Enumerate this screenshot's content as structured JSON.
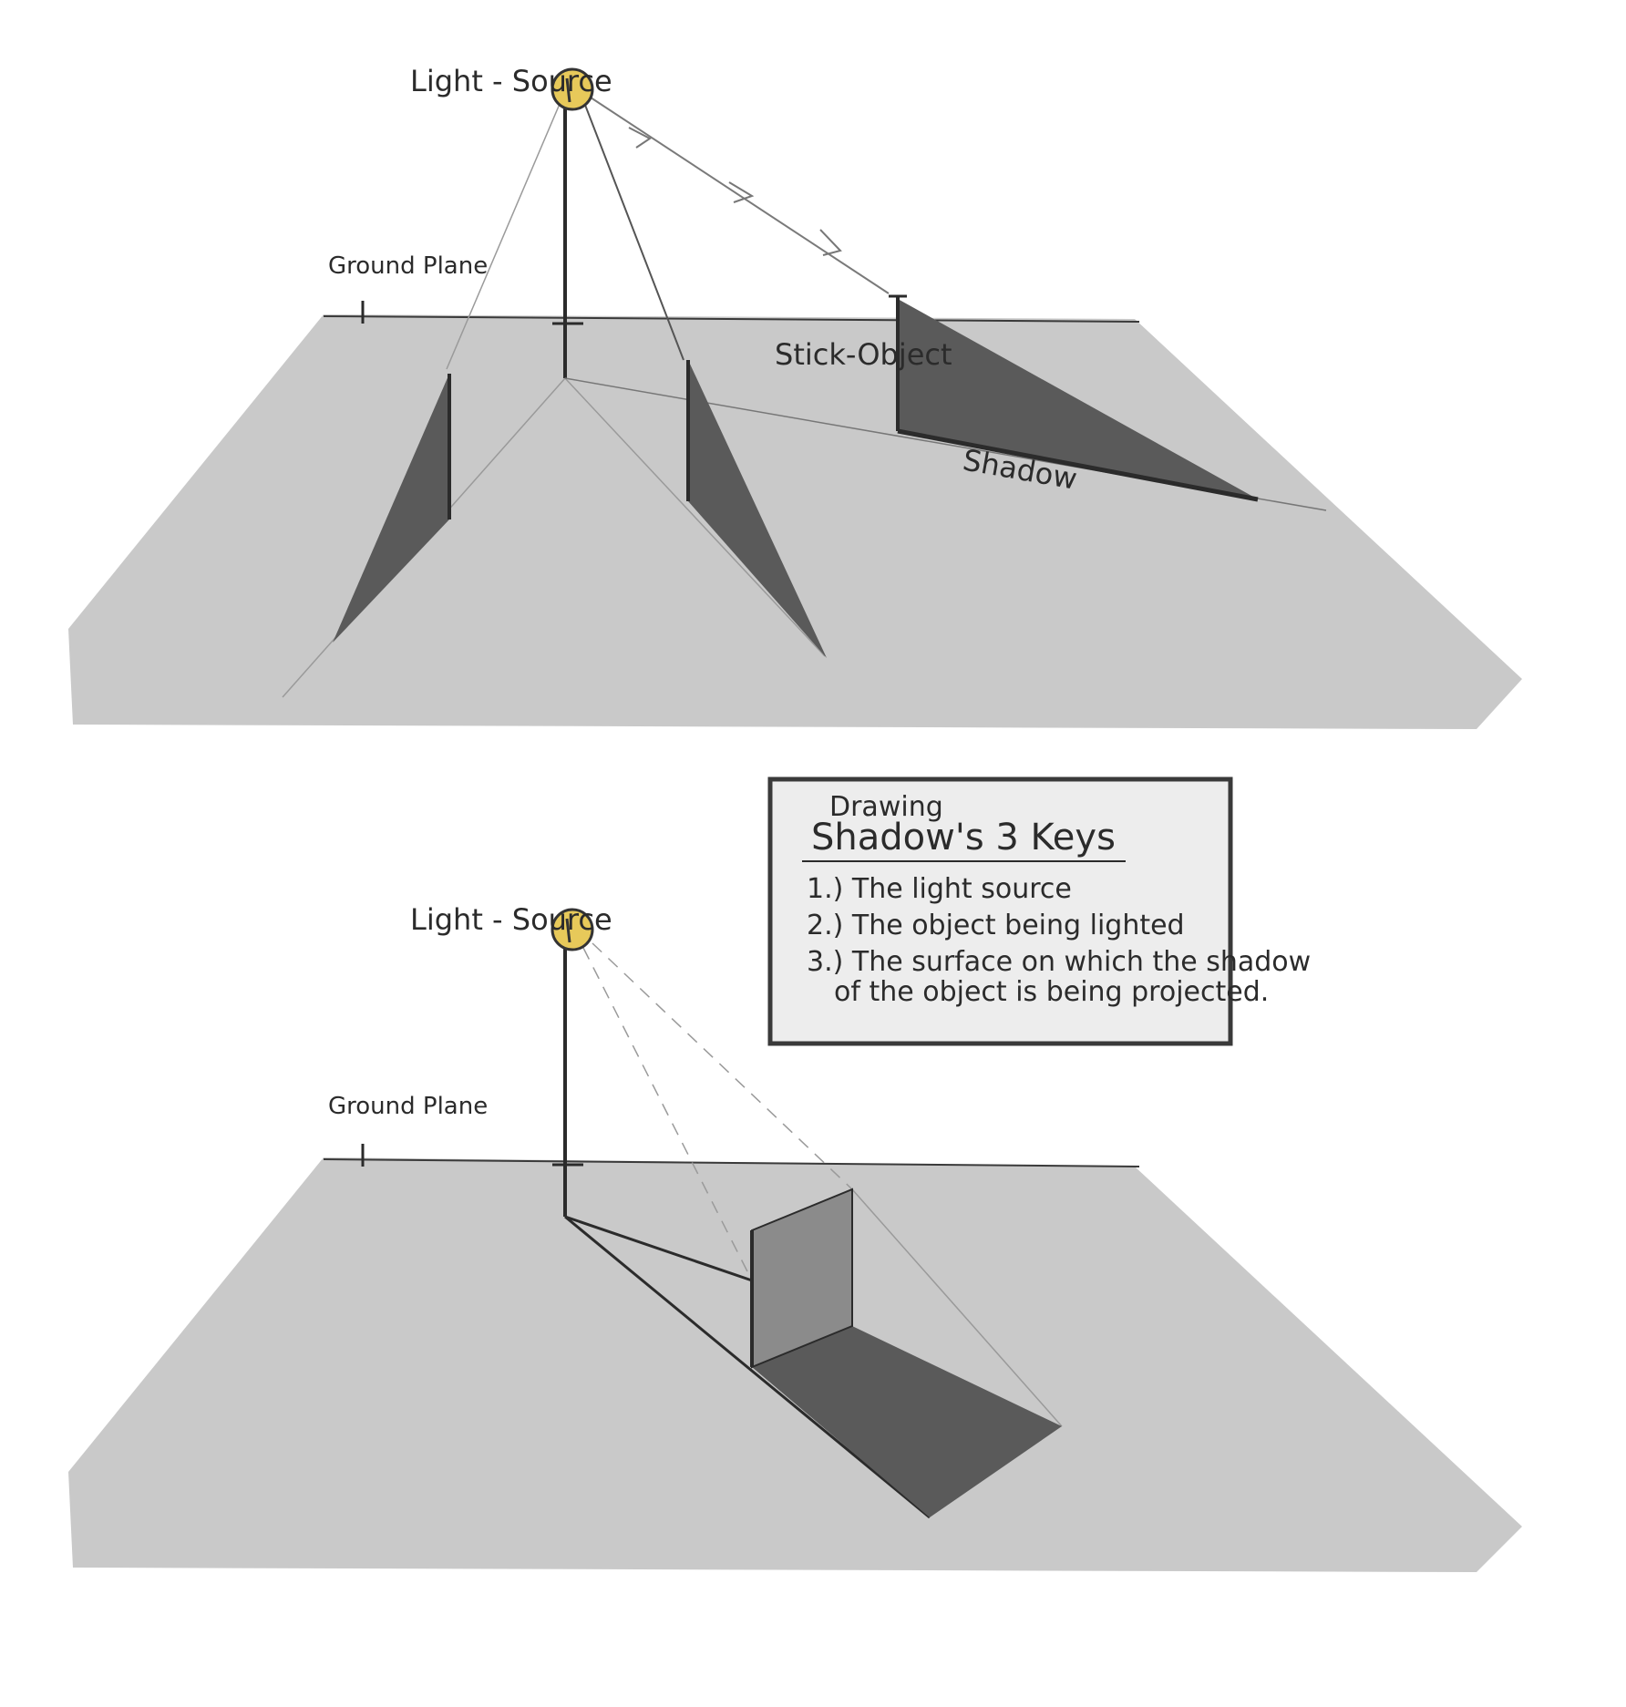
{
  "colors": {
    "ground": "#c9c9c9",
    "shadow_dark": "#5a5a5a",
    "wall_mid": "#8b8b8b",
    "light_yellow": "#e7c95a",
    "ink": "#2b2b2b",
    "key_bg": "#ededed",
    "key_border": "#3a3a3a"
  },
  "top_diagram": {
    "light_label": "Light - Source",
    "ground_label": "Ground Plane",
    "stick_label": "Stick-Object",
    "shadow_label": "Shadow"
  },
  "bottom_diagram": {
    "light_label": "Light - Source",
    "ground_label": "Ground Plane"
  },
  "key_box": {
    "title_line1": "Drawing",
    "title_line2": "Shadow's 3 Keys",
    "items": [
      "1.) The light source",
      "2.) The object being lighted",
      "3.) The surface on which the shadow",
      "of the object is being projected."
    ]
  },
  "icons": {
    "light_bulb": "light-source-icon"
  }
}
